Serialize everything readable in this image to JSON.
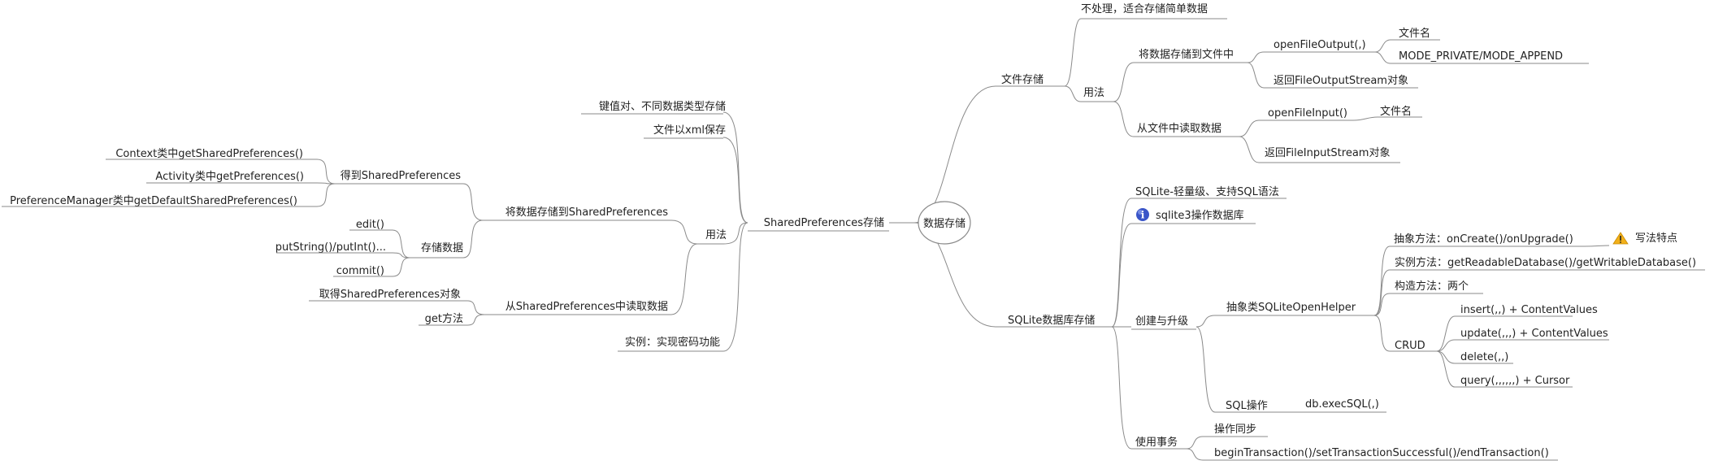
{
  "root": {
    "label": "数据存储"
  },
  "left": {
    "branch": {
      "label": "SharedPreferences存储",
      "children": {
        "kv": "键值对、不同数据类型存储",
        "xml": "文件以xml保存",
        "usage": {
          "label": "用法",
          "save": {
            "label": "将数据存储到SharedPreferences",
            "get_prefs": {
              "label": "得到SharedPreferences",
              "items": [
                "Context类中getSharedPreferences()",
                "Activity类中getPreferences()",
                "PreferenceManager类中getDefaultSharedPreferences()"
              ]
            },
            "store": {
              "label": "存储数据",
              "items": [
                "edit()",
                "putString()/putInt()...",
                "commit()"
              ]
            }
          },
          "read": {
            "label": "从SharedPreferences中读取数据",
            "items": [
              "取得SharedPreferences对象",
              "get方法"
            ]
          }
        },
        "example": "实例：实现密码功能"
      }
    }
  },
  "right": {
    "file": {
      "label": "文件存储",
      "no_process": "不处理，适合存储简单数据",
      "usage": {
        "label": "用法",
        "save": {
          "label": "将数据存储到文件中",
          "method": "openFileOutput(,)",
          "params": [
            "文件名",
            "MODE_PRIVATE/MODE_APPEND"
          ],
          "returns": "返回FileOutputStream对象"
        },
        "read": {
          "label": "从文件中读取数据",
          "method": "openFileInput()",
          "param": "文件名",
          "returns": "返回FileInputStream对象"
        }
      }
    },
    "sqlite": {
      "label": "SQLite数据库存储",
      "feature": "SQLite-轻量级、支持SQL语法",
      "tool": {
        "label": "sqlite3操作数据库",
        "icon": "info-icon"
      },
      "create": {
        "label": "创建与升级",
        "helper": {
          "label": "抽象类SQLiteOpenHelper",
          "abstract": "抽象方法：onCreate()/onUpgrade()",
          "note": {
            "label": "写法特点",
            "icon": "warning-icon"
          },
          "instance": "实例方法：getReadableDatabase()/getWritableDatabase()",
          "constructor": "构造方法：两个",
          "crud": {
            "label": "CRUD",
            "items": [
              "insert(,,) + ContentValues",
              "update(,,,) + ContentValues",
              "delete(,,)",
              "query(,,,,,,) + Cursor"
            ]
          }
        },
        "sql": {
          "label": "SQL操作",
          "exec": "db.execSQL(,)"
        }
      },
      "transaction": {
        "label": "使用事务",
        "items": [
          "操作同步",
          "beginTransaction()/setTransactionSuccessful()/endTransaction()"
        ]
      }
    }
  },
  "colors": {
    "line": "#8a8a8a",
    "text": "#222222",
    "info": "#3a55c8",
    "warning": "#f2b019"
  }
}
